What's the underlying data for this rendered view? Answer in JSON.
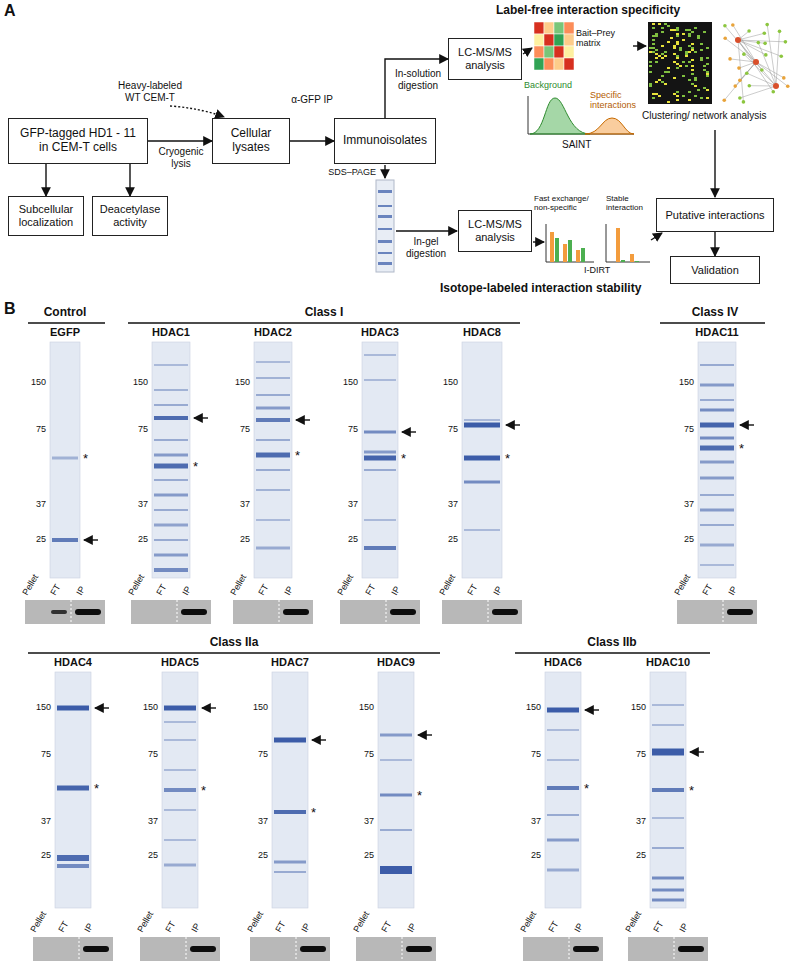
{
  "diagram": {
    "nodes": [
      {
        "text": [
          "GFP-tagged HD1 - 11 in CEM-T cells"
        ]
      },
      {
        "text": [
          "Cellular lysates"
        ]
      },
      {
        "text": [
          "Immunoisolates"
        ]
      },
      {
        "text": [
          "LC-MS/MS analysis"
        ]
      },
      {
        "text": [
          "Subcellular localization"
        ]
      },
      {
        "text": [
          "Deacetylase activity"
        ]
      },
      {
        "text": [
          "LC-MS/MS analysis"
        ]
      },
      {
        "text": [
          "Putative interactions"
        ]
      },
      {
        "text": [
          "Validation"
        ]
      }
    ],
    "edges": [
      {
        "from": 0,
        "to": 1,
        "arrow": "to"
      },
      {
        "from": 1,
        "to": 2,
        "arrow": "to"
      },
      {
        "from": 2,
        "to": 3,
        "arrow": "to"
      },
      {
        "from": 0,
        "to": 4,
        "arrow": "to"
      },
      {
        "from": 0,
        "to": 5,
        "arrow": "to"
      },
      {
        "from": 7,
        "to": 8,
        "arrow": "to"
      }
    ],
    "labels": [
      "A",
      "Heavy-labeled WT CEM-T",
      "Cryogenic lysis",
      "α-GFP IP",
      "In-solution digestion",
      "Label-free interaction specificity",
      "Bait–Prey matrix",
      "Background",
      "Specific interactions",
      "SAINT",
      "Clustering/ network analysis",
      "SDS–PAGE",
      "In-gel digestion",
      "Fast exchange/ non-specific",
      "Stable interaction",
      "I-DIRT",
      "Isotope-labeled interaction stability",
      "B",
      "Control",
      "EGFP",
      "150",
      "75",
      "37",
      "25",
      "*",
      "Pellet",
      "FT",
      "IP",
      "Class I",
      "HDAC1",
      "150",
      "75",
      "37",
      "25",
      "*",
      "Pellet",
      "FT",
      "IP",
      "HDAC2",
      "150",
      "75",
      "37",
      "25",
      "*",
      "Pellet",
      "FT",
      "IP",
      "HDAC3",
      "150",
      "75",
      "37",
      "25",
      "*",
      "Pellet",
      "FT",
      "IP",
      "HDAC8",
      "150",
      "75",
      "37",
      "25",
      "*",
      "Pellet",
      "FT",
      "IP",
      "Class IV",
      "HDAC11",
      "150",
      "75",
      "37",
      "25",
      "*",
      "Pellet",
      "FT",
      "IP",
      "Class IIa",
      "HDAC4",
      "150",
      "75",
      "37",
      "25",
      "*",
      "Pellet",
      "FT",
      "IP",
      "HDAC5",
      "150",
      "75",
      "37",
      "25",
      "*",
      "Pellet",
      "FT",
      "IP",
      "HDAC7",
      "150",
      "75",
      "37",
      "25",
      "*",
      "Pellet",
      "FT",
      "IP",
      "HDAC9",
      "150",
      "75",
      "37",
      "25",
      "*",
      "Pellet",
      "FT",
      "IP",
      "Class IIb",
      "HDAC6",
      "150",
      "75",
      "37",
      "25",
      "*",
      "Pellet",
      "FT",
      "IP",
      "HDAC10",
      "150",
      "75",
      "37",
      "25",
      "*",
      "Pellet",
      "FT",
      "IP"
    ]
  }
}
